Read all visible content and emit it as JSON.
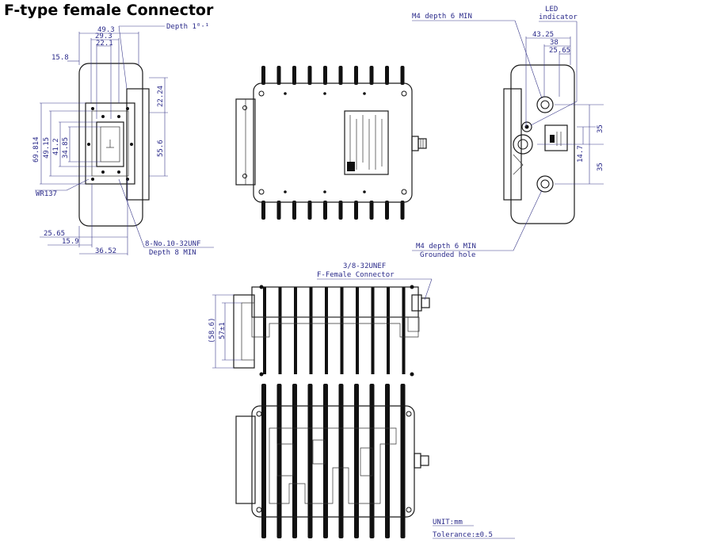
{
  "title": "F-type female Connector",
  "left_view": {
    "top_dims": [
      "49.3",
      "29.3",
      "22.1"
    ],
    "depth_note": "Depth 1⁰·¹",
    "side_dim": "15.8",
    "left_dims": [
      "69.814",
      "49.15",
      "41.2",
      "34.85"
    ],
    "right_dims": [
      "22.24",
      "55.6"
    ],
    "flange_label": "WR137",
    "bottom_dims": [
      "25.65",
      "15.9",
      "36.52"
    ],
    "thread_note_1": "8-No.10-32UNF",
    "thread_note_2": "Depth 8 MIN"
  },
  "right_view": {
    "top_label_1": "M4 depth 6 MIN",
    "led_label_1": "LED",
    "led_label_2": "indicator",
    "top_dims": [
      "43.25",
      "38",
      "25.65"
    ],
    "right_dims": [
      "35",
      "14.7",
      "35"
    ],
    "bottom_label_1": "M4 depth 6 MIN",
    "bottom_label_2": "Grounded hole"
  },
  "side_view": {
    "connector_label_1": "3/8-32UNEF",
    "connector_label_2": "F-Female Connector",
    "height_dims": [
      "(58.6)",
      "57±1"
    ]
  },
  "notes": {
    "unit": "UNIT:mm",
    "tolerance": "Tolerance:±0.5"
  }
}
